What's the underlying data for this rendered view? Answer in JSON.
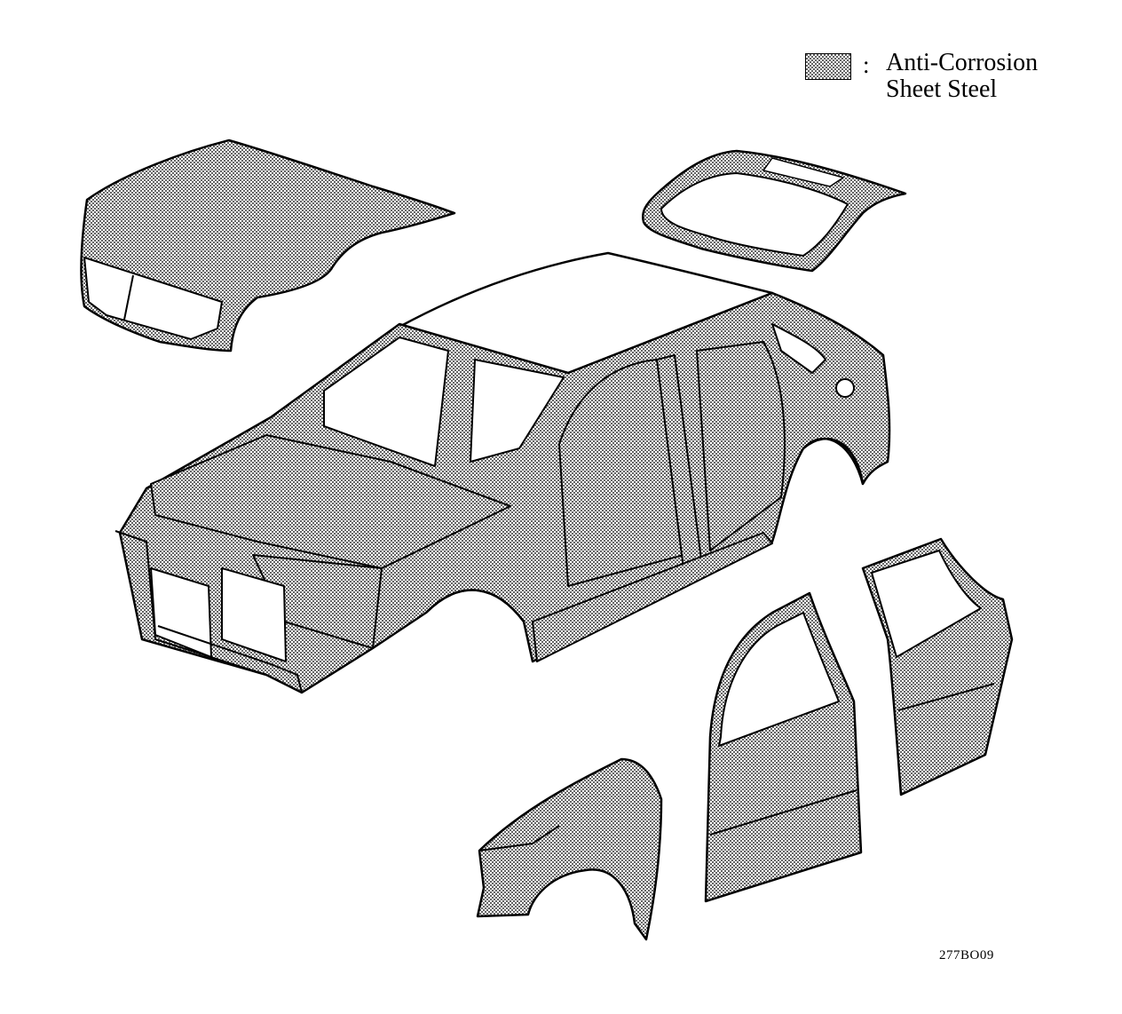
{
  "legend": {
    "colon": ":",
    "line1": "Anti-Corrosion",
    "line2": "Sheet Steel"
  },
  "figure_code": "277BO09",
  "colors": {
    "line": "#000000",
    "hatch": "#555555",
    "background": "#ffffff"
  }
}
